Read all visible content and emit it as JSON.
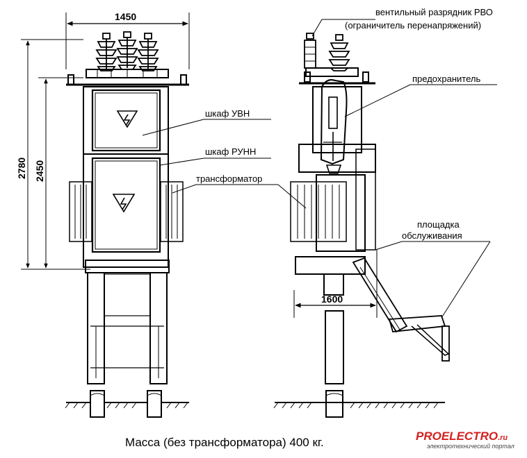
{
  "dimensions": {
    "width_top": "1450",
    "height_total": "2780",
    "height_body": "2450",
    "depth_base": "1600"
  },
  "labels": {
    "arrester_line1": "вентильный разрядник РВО",
    "arrester_line2": "(ограничитель перенапряжений)",
    "fuse": "предохранитель",
    "cabinet_hv": "шкаф УВН",
    "cabinet_lv": "шкаф РУНН",
    "transformer": "трансформатор",
    "platform_line1": "площадка",
    "platform_line2": "обслуживания"
  },
  "caption": "Масса (без трансформатора) 400 кг.",
  "logo": {
    "pro": "PRO",
    "electro": "ELECTRO",
    "ru": ".ru",
    "tagline": "электротехнический портал"
  },
  "colors": {
    "ink": "#000000",
    "logo_red": "#d42020",
    "paper": "#ffffff"
  }
}
